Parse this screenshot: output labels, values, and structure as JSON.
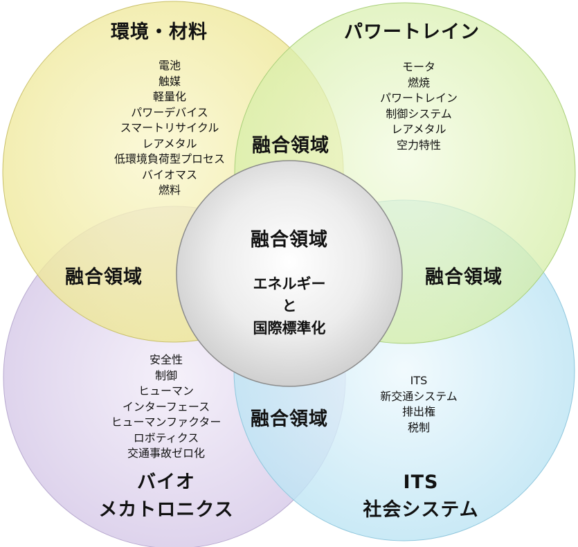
{
  "colors": {
    "top_left": "#efe99a",
    "top_right": "#d4eea3",
    "bottom_left": "#d8cbe9",
    "bottom_right": "#b9e3f4",
    "center": "#d9d9d9"
  },
  "circles": {
    "top_left": {
      "title": "環境・材料",
      "items": [
        "電池",
        "触媒",
        "軽量化",
        "パワーデバイス",
        "スマートリサイクル",
        "レアメタル",
        "低環境負荷型プロセス",
        "バイオマス",
        "燃料"
      ]
    },
    "top_right": {
      "title": "パワートレイン",
      "items": [
        "モータ",
        "燃焼",
        "パワートレイン",
        "制御システム",
        "レアメタル",
        "空力特性"
      ]
    },
    "bottom_left": {
      "title_line1": "バイオ",
      "title_line2": "メカトロニクス",
      "items": [
        "安全性",
        "制御",
        "ヒューマン",
        "インターフェース",
        "ヒューマンファクター",
        "ロボティクス",
        "交通事故ゼロ化"
      ]
    },
    "bottom_right": {
      "title_line1": "ITS",
      "title_line2": "社会システム",
      "items": [
        "ITS",
        "新交通システム",
        "排出権",
        "税制"
      ]
    }
  },
  "fusion_labels": {
    "top": "融合領域",
    "left": "融合領域",
    "right": "融合領域",
    "bottom": "融合領域"
  },
  "center": {
    "title": "融合領域",
    "line1": "エネルギー",
    "line2": "と",
    "line3": "国際標準化"
  }
}
